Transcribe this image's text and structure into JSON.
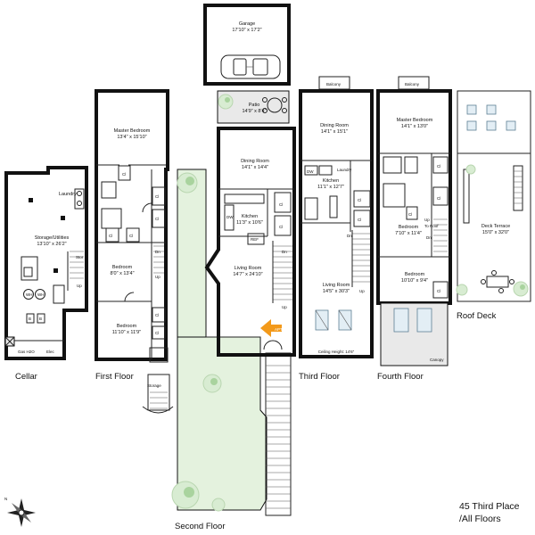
{
  "caption": {
    "line1": "45 Third Place",
    "line2": "/All Floors"
  },
  "floor_labels": {
    "cellar": "Cellar",
    "first": "First Floor",
    "second": "Second Floor",
    "third": "Third Floor",
    "fourth": "Fourth Floor",
    "roof": "Roof Deck"
  },
  "rooms": {
    "garage": {
      "name": "Garage",
      "size": "17'10\" x 17'2\""
    },
    "patio": {
      "name": "Patio",
      "size": "14'9\" x 8'4\""
    },
    "dining2": {
      "name": "Dining Room",
      "size": "14'1\" x 14'4\""
    },
    "kitchen2": {
      "name": "Kitchen",
      "size": "11'3\" x 10'6\""
    },
    "living2": {
      "name": "Living Room",
      "size": "14'7\" x 24'10\""
    },
    "master1": {
      "name": "Master Bedroom",
      "size": "13'4\" x 15'10\""
    },
    "bedroom1a": {
      "name": "Bedroom",
      "size": "8'0\" x 13'4\""
    },
    "bedroom1b": {
      "name": "Bedroom",
      "size": "11'10\" x 11'9\""
    },
    "storage_cellar": {
      "name": "Storage/Utilities",
      "size": "13'10\" x 26'2\""
    },
    "dining3": {
      "name": "Dining Room",
      "size": "14'1\" x 15'1\""
    },
    "kitchen3": {
      "name": "Kitchen",
      "size": "11'1\" x 12'7\""
    },
    "living3": {
      "name": "Living Room",
      "size": "14'5\" x 30'3\""
    },
    "master4": {
      "name": "Master Bedroom",
      "size": "14'1\" x 13'0\""
    },
    "bedroom4a": {
      "name": "Bedroom",
      "size": "7'10\" x 11'4\""
    },
    "bedroom4b": {
      "name": "Bedroom",
      "size": "10'10\" x 9'4\""
    },
    "deck": {
      "name": "Deck Terrace",
      "size": "15'0\" x 32'0\""
    }
  },
  "small_labels": {
    "balcony3": "Balcony",
    "balcony4": "Balcony",
    "canopy": "Canopy",
    "ceiling": "Ceiling Height: 14'6\"",
    "laundry_cellar": "Laundry",
    "laundry3": "Laundry",
    "gas": "Gas H2O",
    "elec": "Elec",
    "stor": "Stor",
    "storage_ext": "Storage",
    "apt": "APT 2",
    "to_roof": "To Roof",
    "cl": "Cl",
    "dn": "Dn",
    "up": "Up",
    "ref": "REF",
    "dw": "DW",
    "wh": "WH",
    "b": "B"
  }
}
